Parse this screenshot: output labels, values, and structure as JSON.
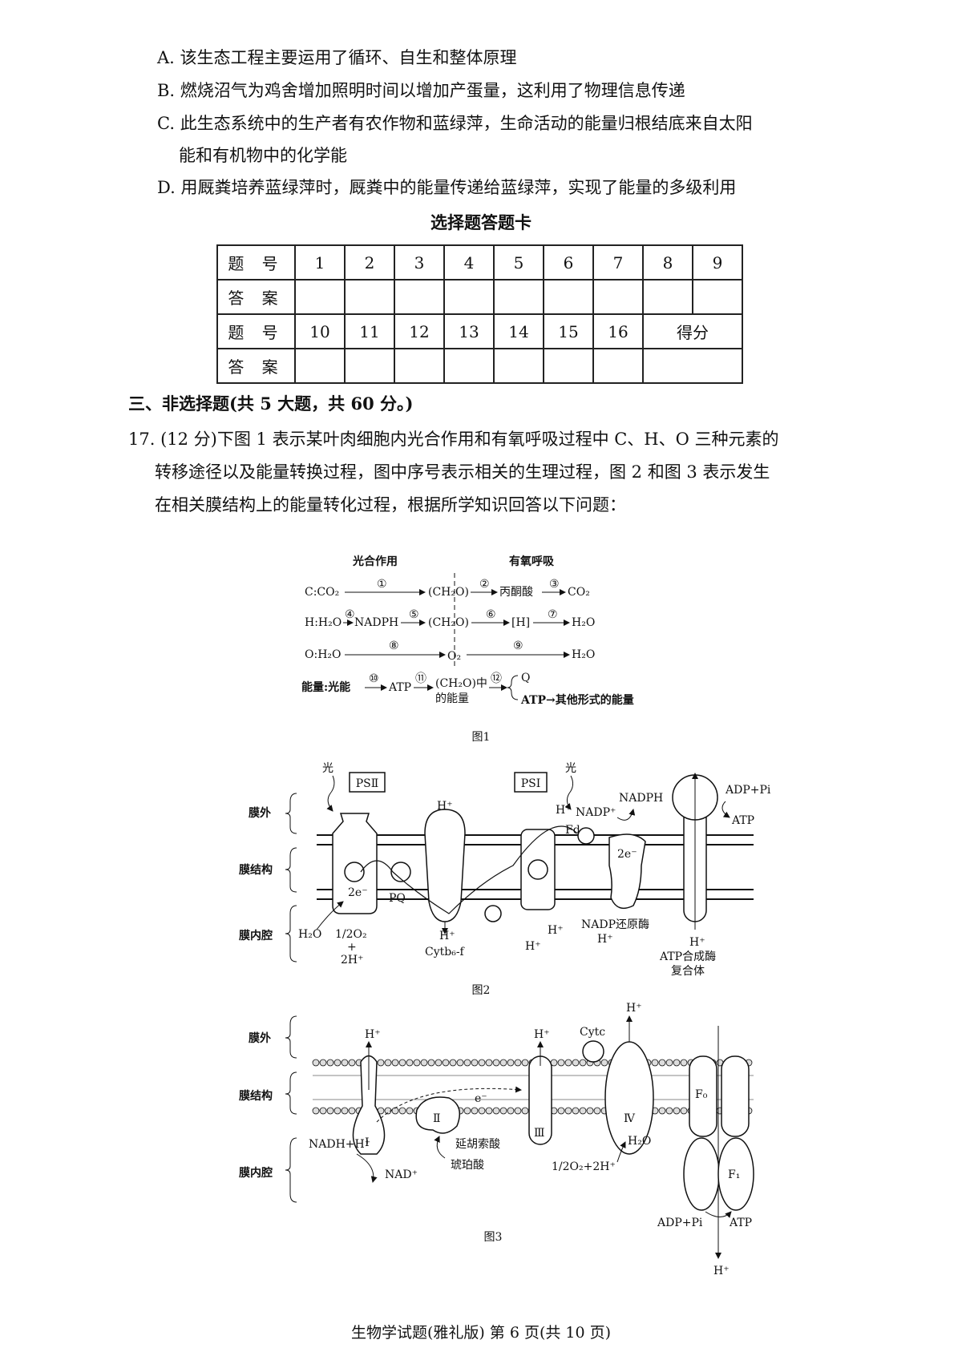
{
  "options": {
    "a": "A. 该生态工程主要运用了循环、自生和整体原理",
    "b": "B. 燃烧沼气为鸡舍增加照明时间以增加产蛋量，这利用了物理信息传递",
    "c1": "C. 此生态系统中的生产者有农作物和蓝绿萍，生命活动的能量归根结底来自太阳",
    "c2": "能和有机物中的化学能",
    "d": "D. 用厩粪培养蓝绿萍时，厩粪中的能量传递给蓝绿萍，实现了能量的多级利用"
  },
  "answer_card": {
    "title": "选择题答题卡",
    "label_number": "题 号",
    "label_answer": "答 案",
    "row1_numbers": [
      "1",
      "2",
      "3",
      "4",
      "5",
      "6",
      "7",
      "8",
      "9"
    ],
    "row2_numbers": [
      "10",
      "11",
      "12",
      "13",
      "14",
      "15",
      "16"
    ],
    "score_label": "得分"
  },
  "section_three": "三、非选择题(共 5 大题，共 60 分。)",
  "question17": {
    "line1": "17. (12 分)下图 1 表示某叶肉细胞内光合作用和有氧呼吸过程中 C、H、O 三种元素的",
    "line2": "转移途径以及能量转换过程，图中序号表示相关的生理过程，图 2 和图 3 表示发生",
    "line3": "在相关膜结构上的能量转化过程，根据所学知识回答以下问题："
  },
  "figure1": {
    "caption": "图1",
    "heading_photo": "光合作用",
    "heading_resp": "有氧呼吸",
    "row_c": {
      "label": "C:CO₂",
      "n1": "①",
      "mid": "(CH₂O)",
      "n2": "②",
      "pyruvate": "丙酮酸",
      "n3": "③",
      "end": "CO₂"
    },
    "row_h": {
      "label": "H:H₂O",
      "n4": "④",
      "nadph": "NADPH",
      "n5": "⑤",
      "mid": "(CH₂O)",
      "n6": "⑥",
      "h": "[H]",
      "n7": "⑦",
      "end": "H₂O"
    },
    "row_o": {
      "label": "O:H₂O",
      "n8": "⑧",
      "mid": "O₂",
      "n9": "⑨",
      "end": "H₂O"
    },
    "row_e": {
      "label": "能量:光能",
      "n10": "⑩",
      "atp": "ATP",
      "n11": "⑪",
      "mid1": "(CH₂O)中",
      "mid2": "的能量",
      "n12": "⑫",
      "q": "Q",
      "end": "ATP→其他形式的能量"
    }
  },
  "figure2": {
    "caption": "图2",
    "side_out": "膜外",
    "side_mem": "膜结构",
    "side_in": "膜内腔",
    "light1": "光",
    "light2": "光",
    "ps2": "PSⅡ",
    "ps1": "PSⅠ",
    "h_top": "H⁺",
    "h_ps1": "H⁺",
    "nadp": "NADP⁺",
    "nadph": "NADPH",
    "fd": "Fd",
    "adp": "ADP+Pi",
    "atp": "ATP",
    "e1": "2e⁻",
    "e2": "2e⁻",
    "pq": "PQ",
    "h2o": "H₂O",
    "o2": "1/2O₂",
    "plus": "+",
    "h2": "2H⁺",
    "h_cyt": "H⁺",
    "cyt": "Cytb₆-f",
    "h_in1": "H⁺",
    "h_in2": "H⁺",
    "nadp_red": "NADP还原酶",
    "h_in3": "H⁺",
    "h_atp": "H⁺",
    "atp_syn1": "ATP合成酶",
    "atp_syn2": "复合体"
  },
  "figure3": {
    "caption": "图3",
    "side_out": "膜外",
    "side_mem": "膜结构",
    "side_in": "膜内腔",
    "h1": "H⁺",
    "h3": "H⁺",
    "cytc": "Cytc",
    "h4": "H⁺",
    "c1": "Ⅰ",
    "c2": "Ⅱ",
    "c3": "Ⅲ",
    "c4": "Ⅳ",
    "e": "e⁻",
    "f0": "F₀",
    "f1": "F₁",
    "nadh": "NADH+H⁺",
    "nad": "NAD⁺",
    "fumarate": "延胡索酸",
    "succinate": "琥珀酸",
    "o2": "1/2O₂+2H⁺",
    "h2o": "H₂O",
    "adp": "ADP+Pi",
    "atp": "ATP",
    "h_bottom": "H⁺"
  },
  "footer": "生物学试题(雅礼版)  第 6 页(共 10 页)"
}
